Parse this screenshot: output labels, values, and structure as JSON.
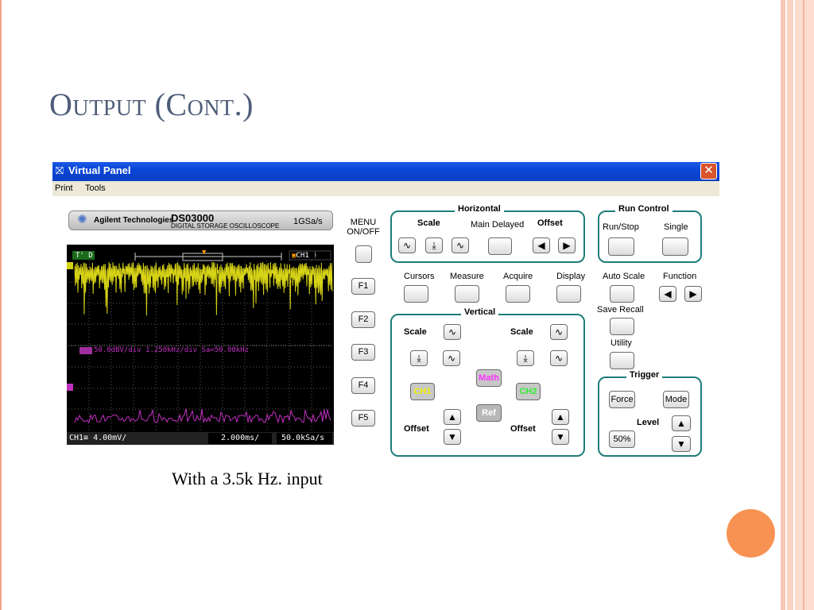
{
  "slide": {
    "title": "Output (Cont.)",
    "caption": "With a 3.5k Hz. input"
  },
  "window": {
    "title": "Virtual Panel",
    "close_glyph": "✕",
    "menu": [
      "Print",
      "Tools"
    ]
  },
  "scope": {
    "brand": "Agilent Technologies",
    "model": "DS03000",
    "description": "DIGITAL STORAGE OSCILLOSCOPE",
    "sample_rate": "1GSa/s",
    "status_mode": "T' D",
    "channel_tag": "CH1",
    "fft_readout": "50.0dBV/div 1.250kHz/div Sa=50.00kHz",
    "ch1_scale": "CH1≡ 4.00mV/",
    "timebase": "2.000ms/",
    "sampling": "50.0kSa/s"
  },
  "softkeys": {
    "menu_label": "MENU ON/OFF",
    "keys": [
      "F1",
      "F2",
      "F3",
      "F4",
      "F5"
    ]
  },
  "horizontal": {
    "title": "Horizontal",
    "scale_label": "Scale",
    "main_delayed": "Main Delayed",
    "offset_label": "Offset"
  },
  "run_control": {
    "title": "Run Control",
    "run_stop": "Run/Stop",
    "single": "Single"
  },
  "menus": {
    "cursors": "Cursors",
    "measure": "Measure",
    "acquire": "Acquire",
    "display": "Display",
    "auto_scale": "Auto Scale",
    "function": "Function",
    "save_recall": "Save Recall",
    "utility": "Utility"
  },
  "vertical": {
    "title": "Vertical",
    "scale_label": "Scale",
    "offset_label": "Offset",
    "ch1": "CH1",
    "ch2": "CH2",
    "math": "Math",
    "ref": "Ref"
  },
  "trigger": {
    "title": "Trigger",
    "force": "Force",
    "mode": "Mode",
    "level_label": "Level",
    "fifty": "50%"
  },
  "colors": {
    "group_border": "#1e7d79",
    "ch1_trace": "#d7d317",
    "fft_trace": "#c030c0",
    "title_blue": "#4d5c78",
    "accent_orange": "#f79253"
  }
}
